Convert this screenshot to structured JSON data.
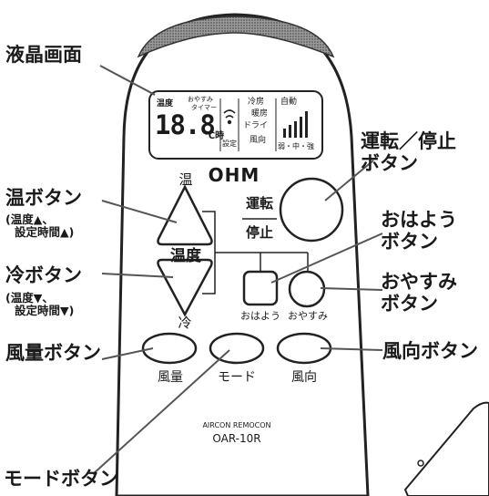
{
  "callouts": {
    "lcd_screen": "液晶画面",
    "run_stop": [
      "運転／停止",
      "ボタン"
    ],
    "warm_button": "温ボタン",
    "warm_note": [
      "(温度▲、",
      "設定時間▲)"
    ],
    "cool_button": "冷ボタン",
    "cool_note": [
      "(温度▼、",
      "設定時間▼)"
    ],
    "good_morning": [
      "おはよう",
      "ボタン"
    ],
    "good_night": [
      "おやすみ",
      "ボタン"
    ],
    "fan_speed_button": "風量ボタン",
    "fan_direction_button": "風向ボタン",
    "mode_button": "モードボタン"
  },
  "remote": {
    "brand": "OHM",
    "warm_label": "温",
    "temperature_label": "温度",
    "cool_label": "冷",
    "run_label": "運転",
    "stop_label": "停止",
    "good_morning_label": "おはよう",
    "good_night_label": "おやすみ",
    "fan_speed_label": "風量",
    "mode_label": "モード",
    "fan_direction_label": "風向",
    "model_line1": "AIRCON REMOCON",
    "model_line2": "OAR-10R"
  },
  "lcd": {
    "temp_label": "温度",
    "sleep_label": "おやすみ",
    "timer_label": "タイマー",
    "digits": "18.8",
    "unit_label": "℃時",
    "setting_label": "設定",
    "cool_mode": "冷房",
    "heat_mode": "暖房",
    "dry_mode": "ドライ",
    "direction_mode": "風向",
    "auto_label": "自動",
    "fan_levels": "弱・中・強"
  }
}
